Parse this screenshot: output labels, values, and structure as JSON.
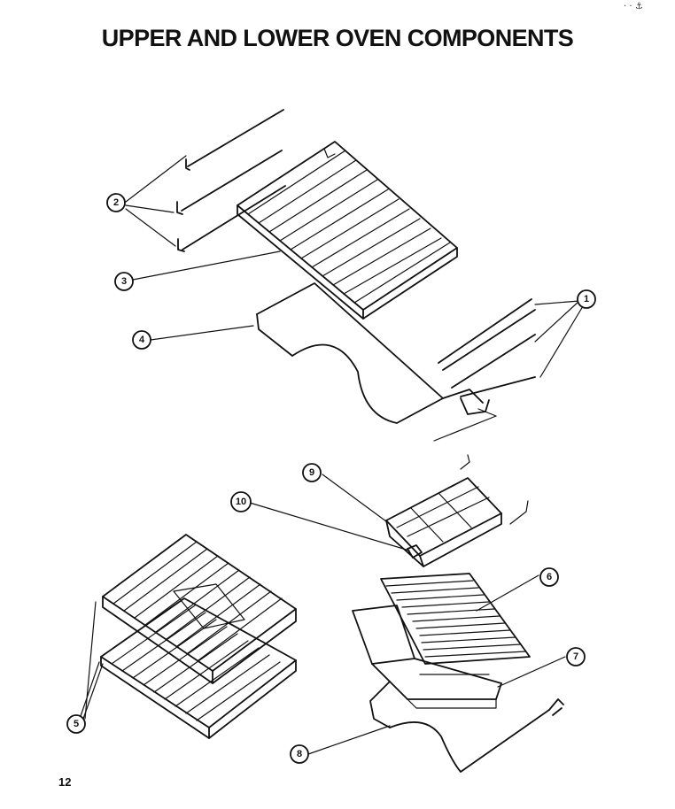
{
  "title": "UPPER AND LOWER OVEN COMPONENTS",
  "page_number": "12",
  "corner_mark": "· · ⚓",
  "callouts": {
    "c1": "1",
    "c2": "2",
    "c3": "3",
    "c4": "4",
    "c5": "5",
    "c6": "6",
    "c7": "7",
    "c8": "8",
    "c9": "9",
    "c10": "10"
  }
}
